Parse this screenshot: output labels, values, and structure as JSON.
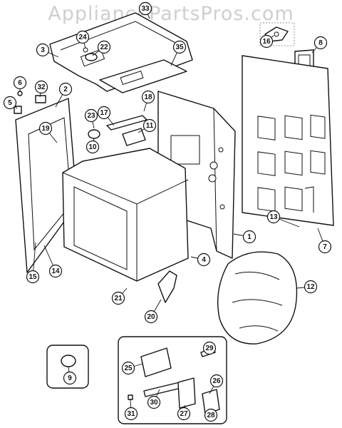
{
  "watermark": "AppliancePartsPros.com",
  "callouts": [
    {
      "id": "c1",
      "label": "1"
    },
    {
      "id": "c2",
      "label": "2"
    },
    {
      "id": "c3",
      "label": "3"
    },
    {
      "id": "c4",
      "label": "4"
    },
    {
      "id": "c5",
      "label": "5"
    },
    {
      "id": "c6",
      "label": "6"
    },
    {
      "id": "c7",
      "label": "7"
    },
    {
      "id": "c8",
      "label": "8"
    },
    {
      "id": "c9",
      "label": "9"
    },
    {
      "id": "c10",
      "label": "10"
    },
    {
      "id": "c11",
      "label": "11"
    },
    {
      "id": "c12",
      "label": "12"
    },
    {
      "id": "c13",
      "label": "13"
    },
    {
      "id": "c14",
      "label": "14"
    },
    {
      "id": "c15",
      "label": "15"
    },
    {
      "id": "c16",
      "label": "16"
    },
    {
      "id": "c17",
      "label": "17"
    },
    {
      "id": "c18",
      "label": "18"
    },
    {
      "id": "c18b",
      "label": "18"
    },
    {
      "id": "c19",
      "label": "19"
    },
    {
      "id": "c20",
      "label": "20"
    },
    {
      "id": "c21",
      "label": "21"
    },
    {
      "id": "c22",
      "label": "22"
    },
    {
      "id": "c23",
      "label": "23"
    },
    {
      "id": "c24",
      "label": "24"
    },
    {
      "id": "c25",
      "label": "25"
    },
    {
      "id": "c26",
      "label": "26"
    },
    {
      "id": "c27",
      "label": "27"
    },
    {
      "id": "c28",
      "label": "28"
    },
    {
      "id": "c29",
      "label": "29"
    },
    {
      "id": "c30",
      "label": "30"
    },
    {
      "id": "c31",
      "label": "31"
    },
    {
      "id": "c32",
      "label": "32"
    },
    {
      "id": "c32b",
      "label": "32"
    },
    {
      "id": "c33",
      "label": "33"
    },
    {
      "id": "c35",
      "label": "35"
    }
  ]
}
